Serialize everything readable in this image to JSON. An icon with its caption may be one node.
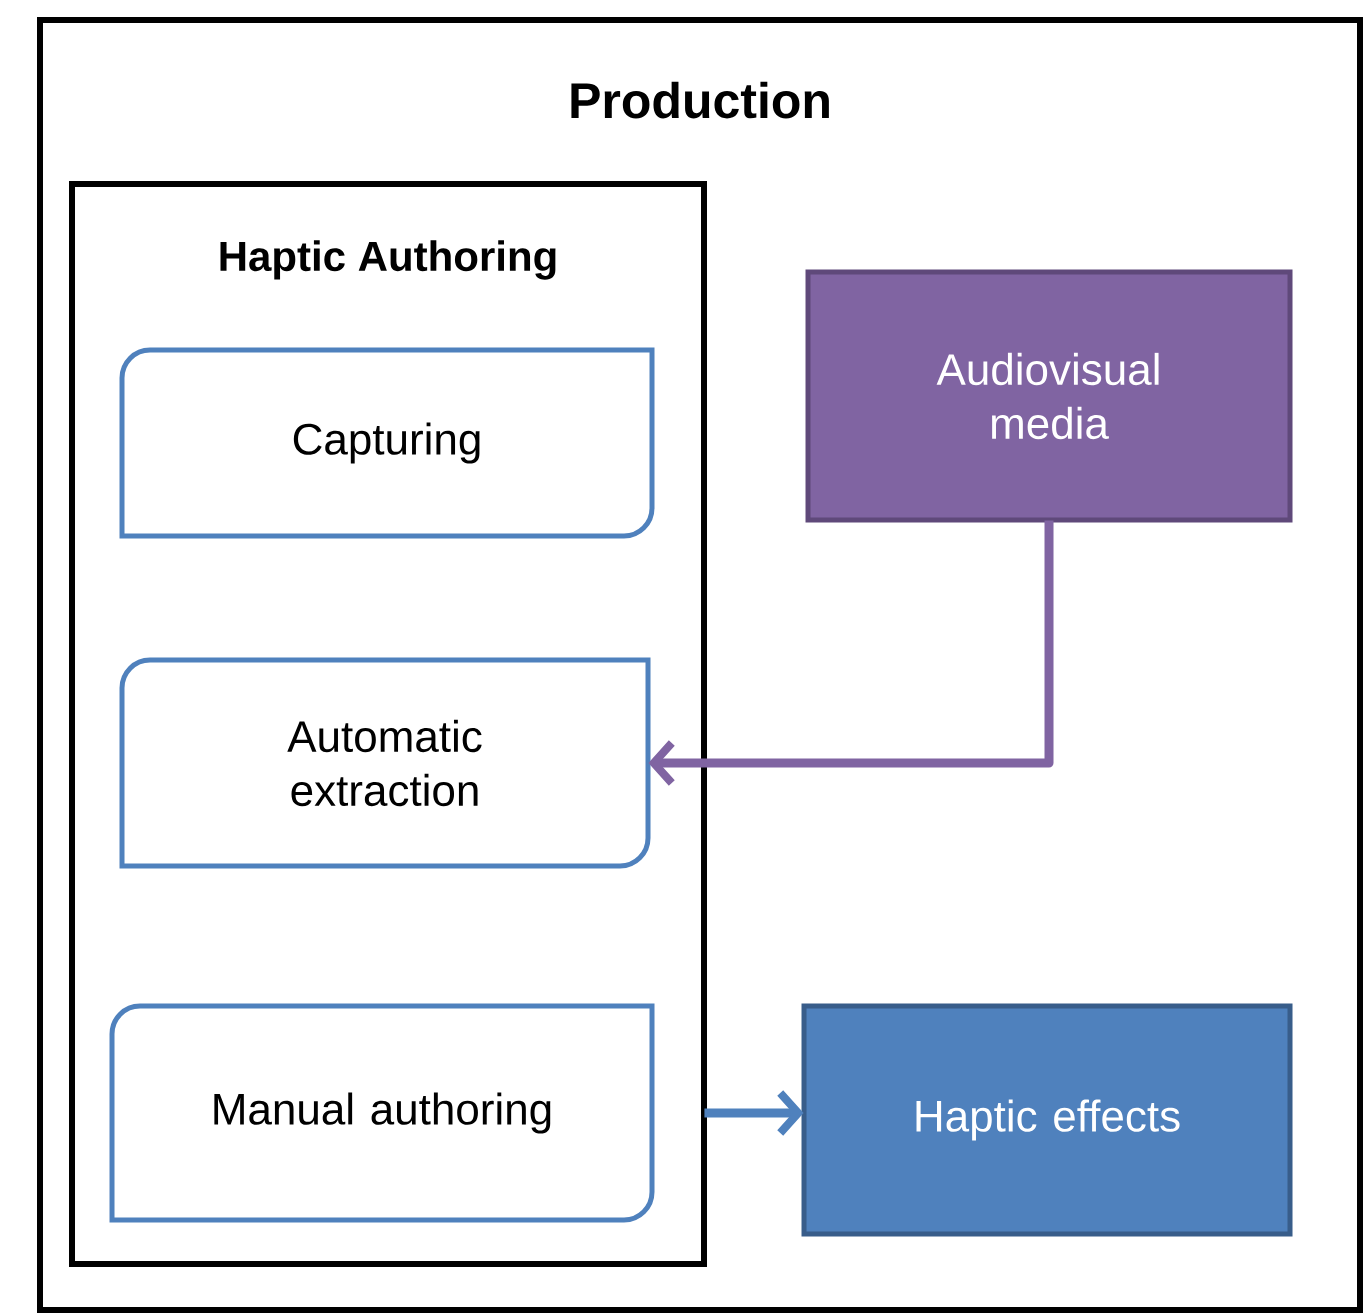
{
  "diagram": {
    "nodes": [
      {
        "text": [
          "Production"
        ]
      },
      {
        "text": [
          "Haptic Authoring"
        ],
        "in": 0
      },
      {
        "text": [
          "Capturing"
        ],
        "in": 1
      },
      {
        "text": [
          "Automatic extraction"
        ],
        "in": 1
      },
      {
        "text": [
          "Manual authoring"
        ],
        "in": 1
      },
      {
        "text": [
          "Audiovisual media"
        ],
        "in": 0
      },
      {
        "text": [
          "Haptic effects"
        ],
        "in": 0
      }
    ],
    "edges": [
      {
        "from": 5,
        "to": 3,
        "arrow": "to",
        "color": "#8064a2"
      },
      {
        "from": 4,
        "to": 6,
        "arrow": "to",
        "color": "#4f81bd"
      }
    ]
  }
}
